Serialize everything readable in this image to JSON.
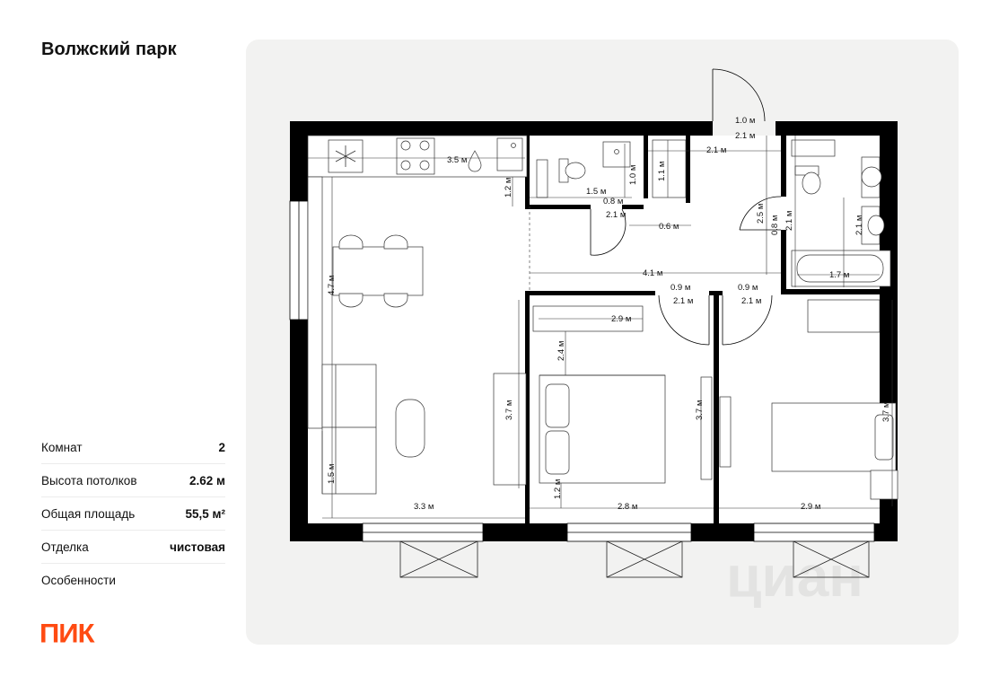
{
  "project": {
    "title": "Волжский парк"
  },
  "specs": [
    {
      "label": "Комнат",
      "value": "2"
    },
    {
      "label": "Высота потолков",
      "value": "2.62 м"
    },
    {
      "label": "Общая площадь",
      "value": "55,5 м²"
    },
    {
      "label": "Отделка",
      "value": "чистовая"
    },
    {
      "label": "Особенности",
      "value": ""
    }
  ],
  "brand": {
    "logo_text": "ПИК",
    "logo_color": "#ff4b12"
  },
  "watermark": {
    "text": "циан"
  },
  "plan": {
    "wall_color": "#000000",
    "dimensions": {
      "kitchen_width": "3.5 м",
      "kitchen_niche": "1.2 м",
      "living_length": "4.7 м",
      "sofa_depth": "1.5 м",
      "living_width": "3.3 м",
      "living_depth": "3.7 м",
      "wc_width": "1.5 м",
      "wc_depth": "1.0 м",
      "wc_door_width": "0.8 м",
      "wc_door_height": "2.1 м",
      "closet_width": "1.1 м",
      "hall_gap": "0.6 м",
      "entry_door_width": "1.0 м",
      "entry_door_height": "2.1 м",
      "hall_width": "2.1 м",
      "hall_length": "2.5 м",
      "bath_door_width": "0.8 м",
      "bath_door_height": "2.1 м",
      "bath_depth": "2.1 м",
      "bathtub_length": "1.7 м",
      "corridor_length": "4.1 м",
      "bed1_door_width": "0.9 м",
      "bed1_door_height": "2.1 м",
      "bed2_door_width": "0.9 м",
      "bed2_door_height": "2.1 м",
      "bed1_wardrobe": "2.9 м",
      "bed1_bed_gap": "2.4 м",
      "bed1_depth": "3.7 м",
      "bed1_bottom_gap": "1.2 м",
      "bed1_width": "2.8 м",
      "bed2_depth": "3.7 м",
      "bed2_width": "2.9 м"
    }
  }
}
